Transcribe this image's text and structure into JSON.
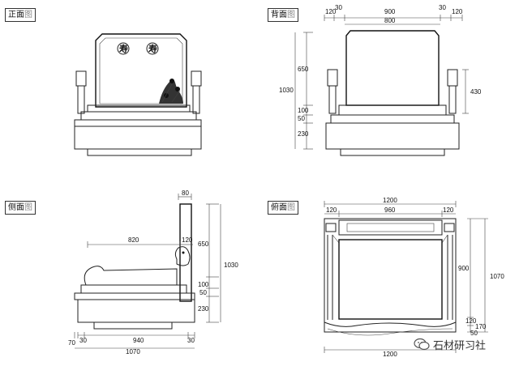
{
  "views": {
    "front": {
      "title": "正面",
      "suffix": "图",
      "inscription_left": "寿",
      "inscription_right": "寿"
    },
    "back": {
      "title": "背面",
      "suffix": "图"
    },
    "side": {
      "title": "侧面",
      "suffix": "图"
    },
    "top": {
      "title": "俯面",
      "suffix": "图"
    }
  },
  "dims": {
    "back_top": [
      "120",
      "30",
      "900",
      "30",
      "120"
    ],
    "back_inner": "800",
    "back_left": [
      "650",
      "100",
      "50",
      "230"
    ],
    "back_total": "1030",
    "back_right": "430",
    "side_top": "80",
    "side_depth": "820",
    "side_small": "120",
    "side_right": [
      "650",
      "100",
      "50",
      "230"
    ],
    "side_total": "1030",
    "side_bottom": [
      "70",
      "30",
      "940",
      "30"
    ],
    "side_overall": "1070",
    "top_width": "1200",
    "top_segments": [
      "120",
      "960",
      "120"
    ],
    "top_right": [
      "900",
      "120",
      "170",
      "50"
    ],
    "top_total": "1070",
    "top_bottom": "1200"
  },
  "watermark": {
    "text": "石材研习社",
    "icon": "wechat-icon"
  }
}
